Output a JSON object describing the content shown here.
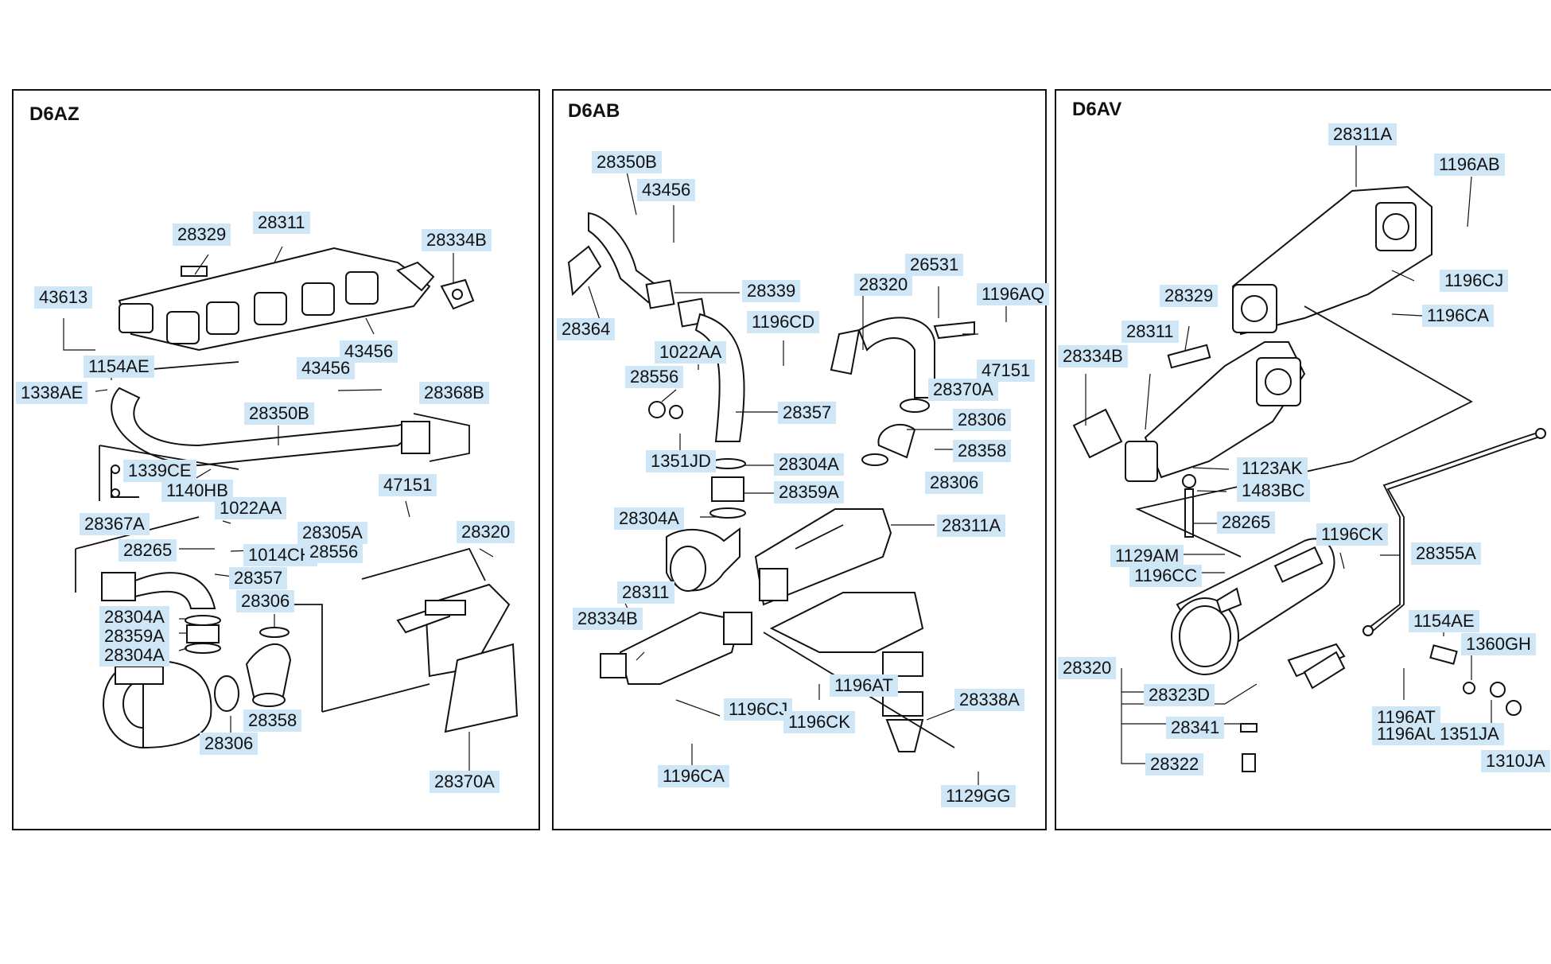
{
  "panels": {
    "d6az": {
      "title": "D6AZ",
      "labels": [
        "28329",
        "28311",
        "28334B",
        "43613",
        "43456",
        "1154AE",
        "43456",
        "1338AE",
        "28368B",
        "28350B",
        "1339CE",
        "1140HB",
        "47151",
        "28367A",
        "1022AA",
        "28305A",
        "28320",
        "28265",
        "1014CH",
        "28556",
        "28357",
        "28306",
        "28304A",
        "28359A",
        "28304A",
        "28358",
        "28306",
        "28370A"
      ]
    },
    "d6ab": {
      "title": "D6AB",
      "labels": [
        "28350B",
        "43456",
        "28339",
        "28364",
        "1196CD",
        "28320",
        "26531",
        "1196AQ",
        "1022AA",
        "28556",
        "47151",
        "28370A",
        "28357",
        "28306",
        "28358",
        "1351JD",
        "28304A",
        "28306",
        "28359A",
        "28304A",
        "28311A",
        "28311",
        "28334B",
        "1196AT",
        "1196CJ",
        "1196CK",
        "28338A",
        "1196CA",
        "1129GG"
      ]
    },
    "d6av": {
      "title": "D6AV",
      "labels": [
        "28311A",
        "1196AB",
        "1196CJ",
        "1196CA",
        "28329",
        "28311",
        "28334B",
        "1123AK",
        "1483BC",
        "28265",
        "1196CK",
        "28355A",
        "1129AM",
        "1196CC",
        "1154AE",
        "1360GH",
        "28320",
        "28323D",
        "1196AT",
        "1196AU",
        "1351JA",
        "28341",
        "1310JA",
        "28322"
      ]
    }
  }
}
